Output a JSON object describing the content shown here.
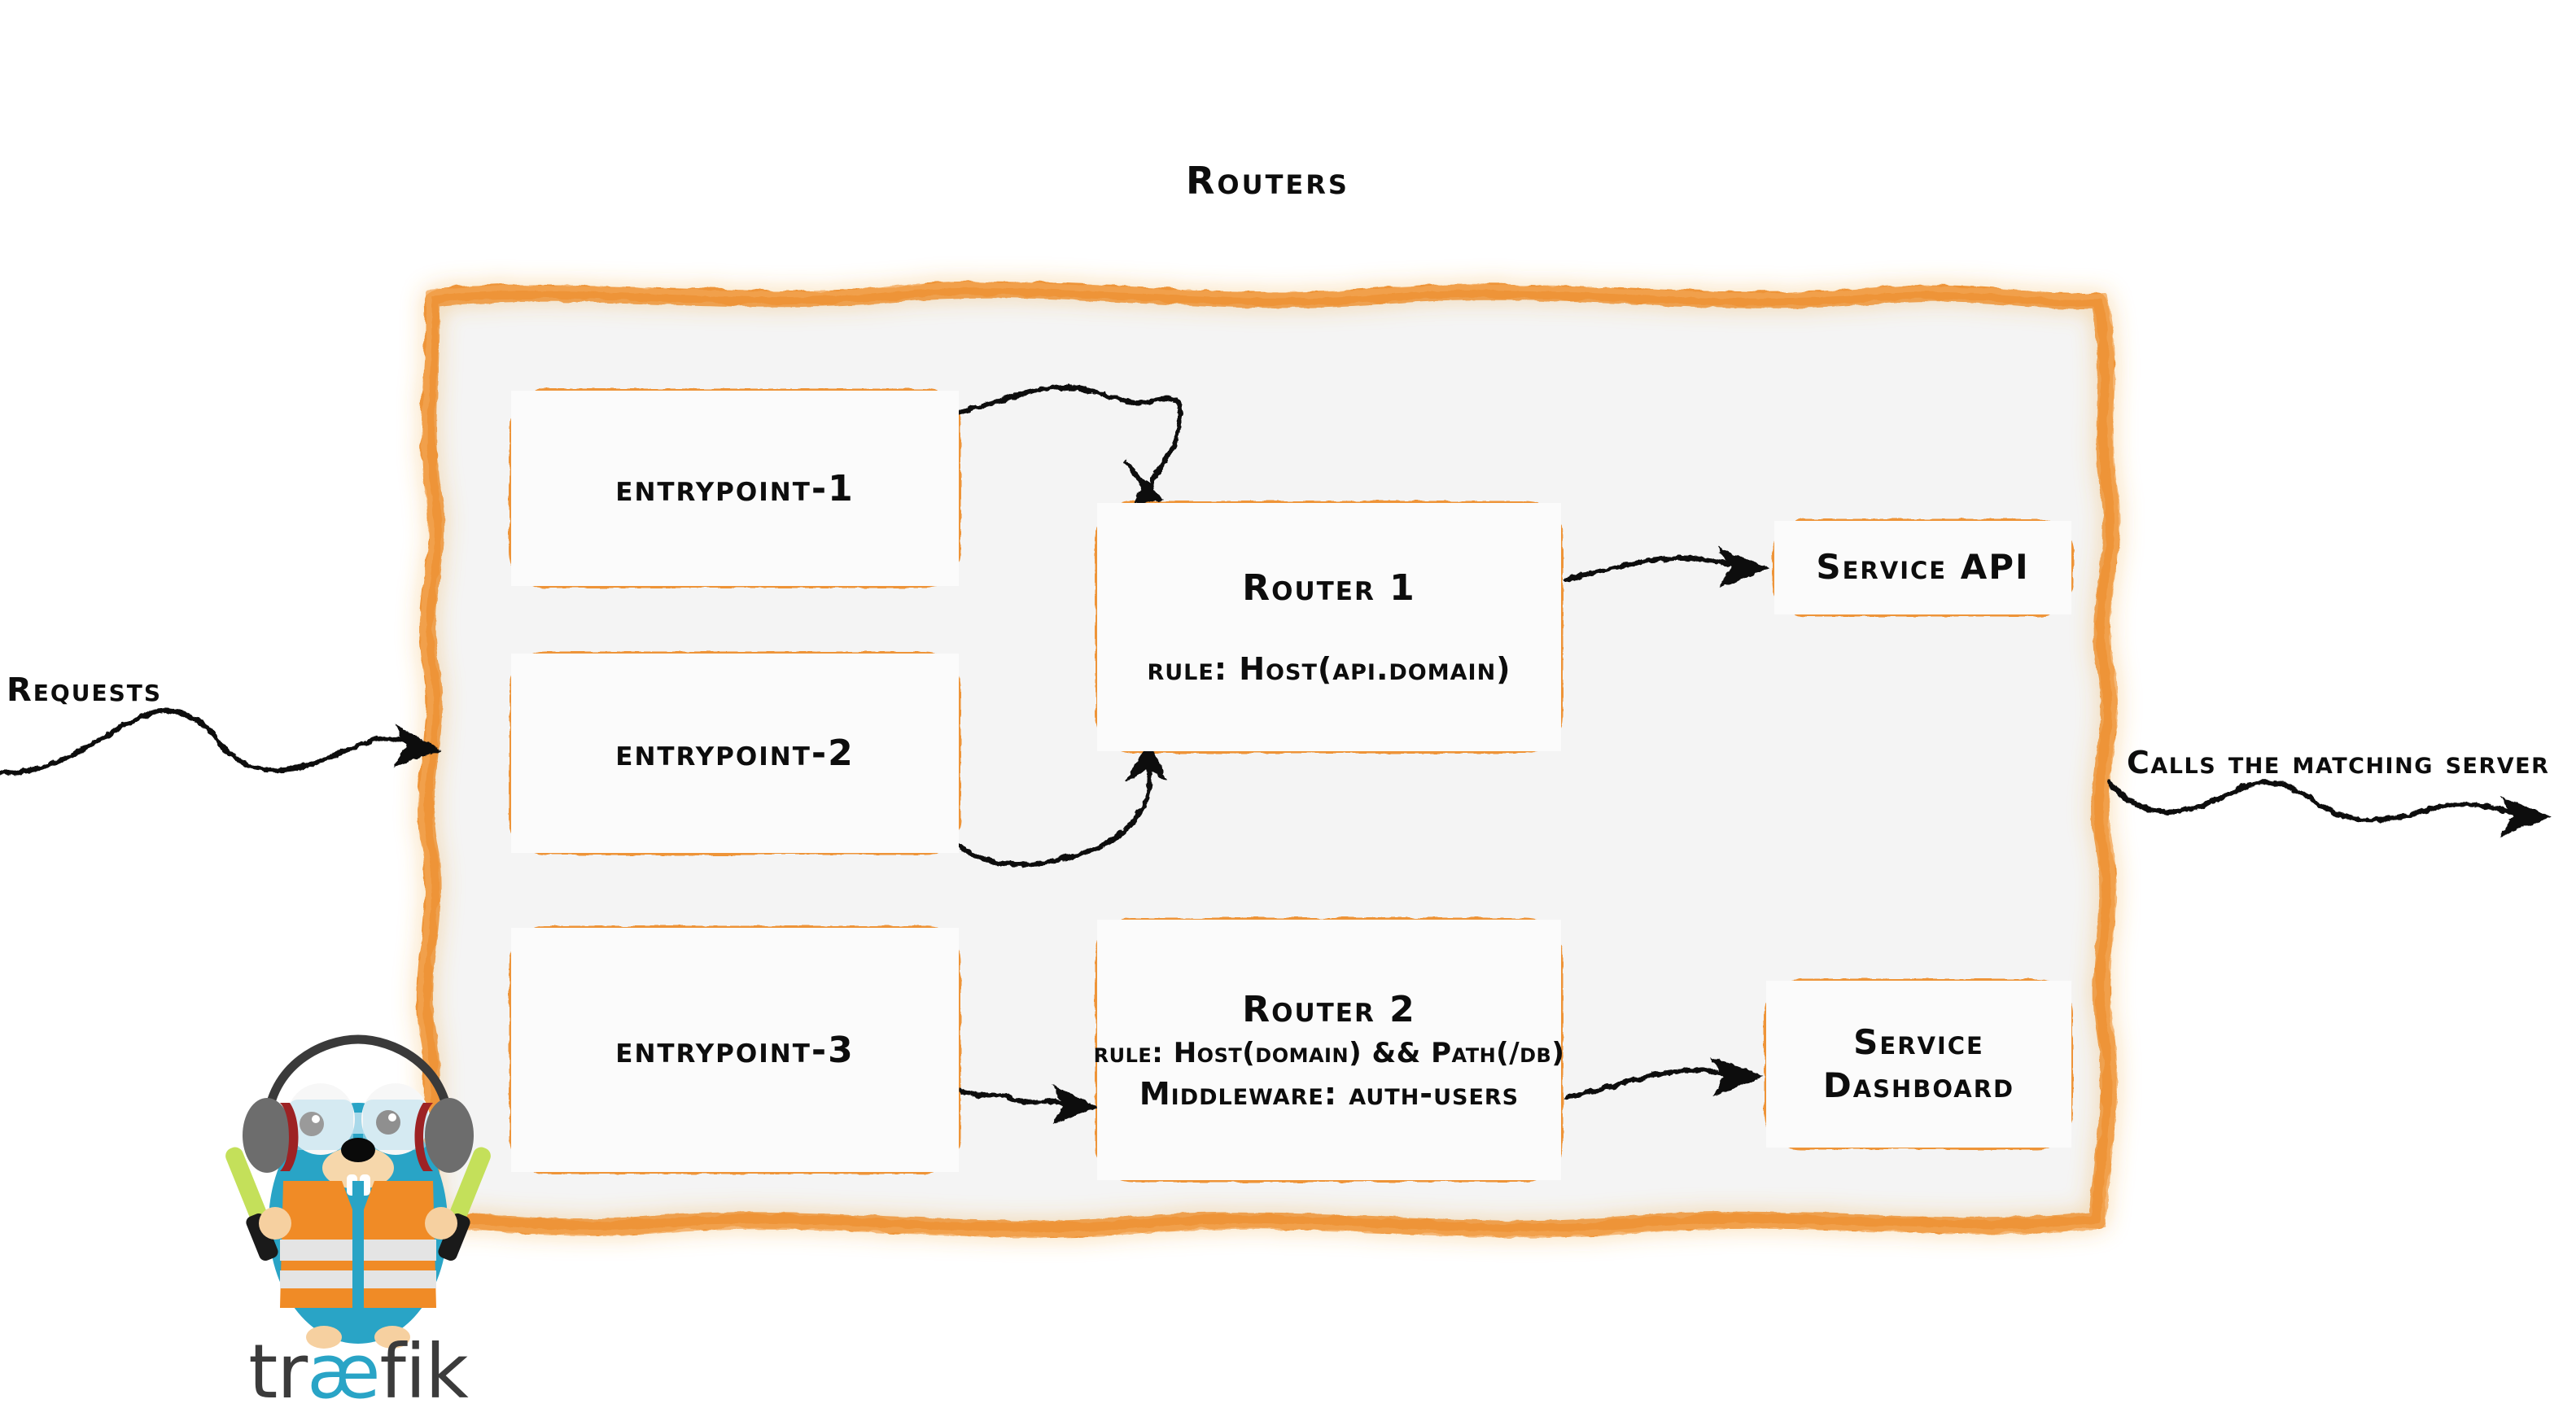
{
  "title": "Routers",
  "colors": {
    "brand_orange": "#ee9438",
    "panel_fill": "#f4f4f4",
    "node_fill": "#fbfbfb",
    "ink": "#0d0d0d",
    "gopher_blue": "#29a4c6",
    "vest_orange": "#f08b26",
    "wand_green": "#c4e05a",
    "logo_dark": "#3b3b3b"
  },
  "external_labels": {
    "requests": "Requests",
    "calls_the_matching_server": "Calls the matching server"
  },
  "entrypoints": [
    {
      "id": "entrypoint-1",
      "label": "entrypoint-1"
    },
    {
      "id": "entrypoint-2",
      "label": "entrypoint-2"
    },
    {
      "id": "entrypoint-3",
      "label": "entrypoint-3"
    }
  ],
  "routers": [
    {
      "id": "router-1",
      "title": "Router 1",
      "rule": "rule: Host(api.domain)",
      "middleware": null
    },
    {
      "id": "router-2",
      "title": "Router 2",
      "rule": "rule: Host(domain) && Path(/db)",
      "middleware": "Middleware: auth-users"
    }
  ],
  "services": [
    {
      "id": "service-api",
      "line1": "Service API",
      "line2": ""
    },
    {
      "id": "service-dashboard",
      "line1": "Service",
      "line2": "Dashboard"
    }
  ],
  "logo": {
    "wordmark_prefix": "tr",
    "wordmark_accent": "æ",
    "wordmark_suffix": "fik"
  },
  "connections": [
    {
      "from": "entrypoint-1",
      "to": "router-1",
      "style": "sketchy-arrow"
    },
    {
      "from": "entrypoint-2",
      "to": "router-1",
      "style": "sketchy-arrow"
    },
    {
      "from": "entrypoint-3",
      "to": "router-2",
      "style": "sketchy-arrow"
    },
    {
      "from": "router-1",
      "to": "service-api",
      "style": "sketchy-arrow"
    },
    {
      "from": "router-2",
      "to": "service-dashboard",
      "style": "sketchy-arrow"
    },
    {
      "from": "requests",
      "to": "routers-panel",
      "style": "sketchy-arrow"
    },
    {
      "from": "routers-panel",
      "to": "calls-the-matching-server",
      "style": "sketchy-arrow"
    }
  ]
}
